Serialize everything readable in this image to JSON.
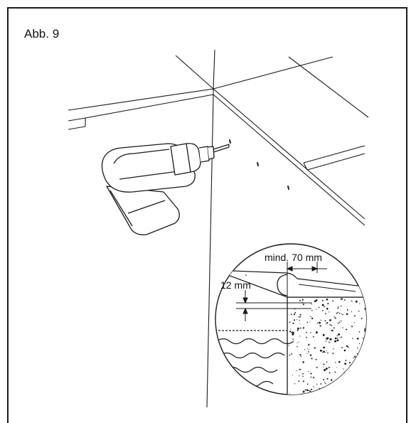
{
  "figure": {
    "label": "Abb. 9",
    "dimension_min_distance": "mind. 70 mm",
    "dimension_depth": "12 mm"
  },
  "icons": {
    "drill": "cordless-drill-icon",
    "water": "water-surface-icon",
    "concrete": "concrete-hatch-icon"
  },
  "colors": {
    "line": "#1a1a1a",
    "background": "#ffffff"
  }
}
